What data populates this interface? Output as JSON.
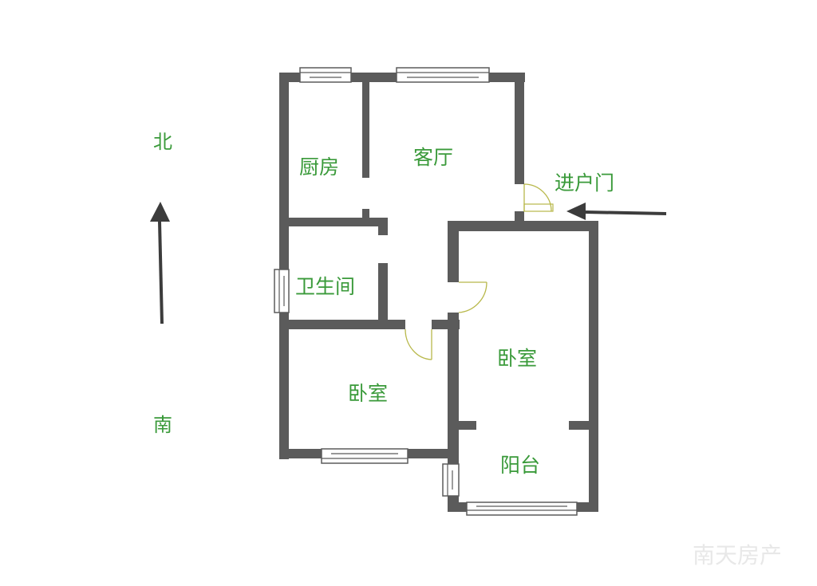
{
  "compass": {
    "north": "北",
    "south": "南"
  },
  "rooms": {
    "kitchen": "厨房",
    "living_room": "客厅",
    "entrance": "进户门",
    "bathroom": "卫生间",
    "bedroom_small": "卧室",
    "bedroom_large": "卧室",
    "balcony": "阳台"
  },
  "watermark": "南天房产",
  "colors": {
    "wall": "#5b5b5b",
    "label": "#3a9a3a",
    "door_swing": "#b8b84a",
    "arrow": "#3c3c3c",
    "watermark": "#e8e8e8"
  }
}
